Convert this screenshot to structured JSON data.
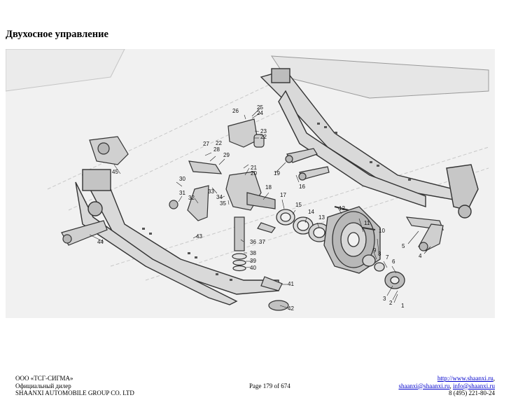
{
  "page": {
    "title": "Двухосное управление"
  },
  "figure": {
    "callouts": [
      "1",
      "2",
      "3",
      "4",
      "5",
      "6",
      "7",
      "8",
      "9",
      "10",
      "11",
      "12",
      "13",
      "14",
      "15",
      "16",
      "17",
      "18",
      "19",
      "20",
      "21",
      "22",
      "22",
      "23",
      "24",
      "25",
      "26",
      "27",
      "28",
      "29",
      "30",
      "31",
      "32",
      "33",
      "34",
      "35",
      "36",
      "37",
      "38",
      "39",
      "40",
      "41",
      "42",
      "43",
      "44",
      "45"
    ]
  },
  "footer": {
    "company": "ООО «ТСГ-СИГМА»",
    "dealer": "Официальный дилер",
    "manufacturer": "SHAANXI AUTOMOBILE GROUP CO. LTD",
    "page_number": "Page 179 of 674",
    "website": "http://www.shaanxi.ru",
    "website_suffix": ",",
    "email1": "shaanxi@shaanxi.ru",
    "email_sep": ", ",
    "email2": "info@shaanxi.ru",
    "phone": "8 (495) 221-80-24"
  }
}
